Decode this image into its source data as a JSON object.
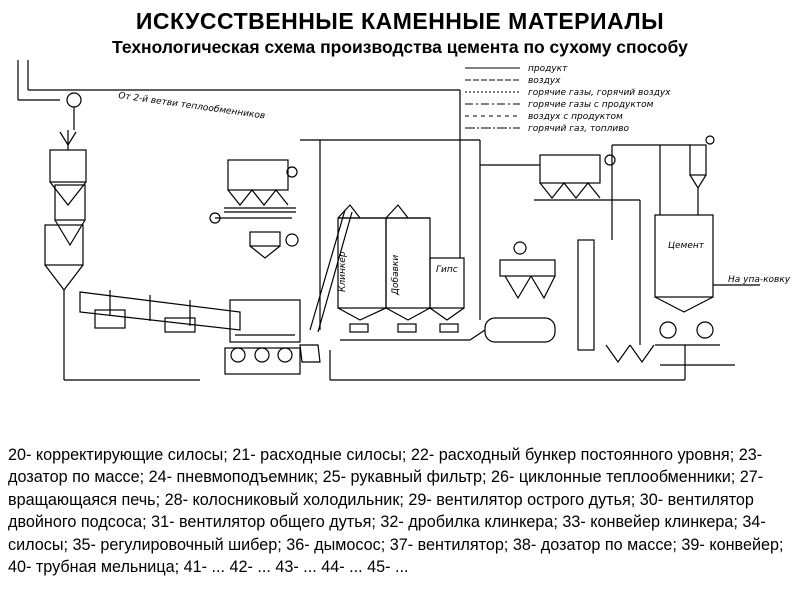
{
  "title": "ИСКУССТВЕННЫЕ КАМЕННЫЕ МАТЕРИАЛЫ",
  "subtitle": "Технологическая схема производства цемента  по сухому способу",
  "legend": [
    "продукт",
    "воздух",
    "горячие газы, горячий воздух",
    "горячие газы с продуктом",
    "воздух с продуктом",
    "горячий газ, топливо"
  ],
  "diagram_labels": {
    "from_heat_exchangers": "От 2-й ветви теплообменников",
    "clinker": "Клинкер",
    "additives": "Добавки",
    "gypsum": "Гипс",
    "cement": "Цемент",
    "to_packing": "На упа-ковку"
  },
  "caption": "20- корректирующие силосы; 21- расходные силосы; 22- расходный бункер постоянного уровня; 23- дозатор по массе; 24- пневмоподъемник; 25- рукавный фильтр; 26- циклонные теплообменники; 27- вращающаяся печь; 28- колосниковый холодильник; 29- вентилятор острого дутья; 30- вентилятор двойного подсоса; 31- вентилятор общего дутья; 32- дробилка клинкера; 33- конвейер клинкера; 34- силосы; 35- регулировочный шибер; 36- дымосос; 37- вентилятор; 38- дозатор по массе; 39- конвейер; 40- трубная мельница; 41- ... 42- ... 43- ... 44- ... 45- ..."
}
